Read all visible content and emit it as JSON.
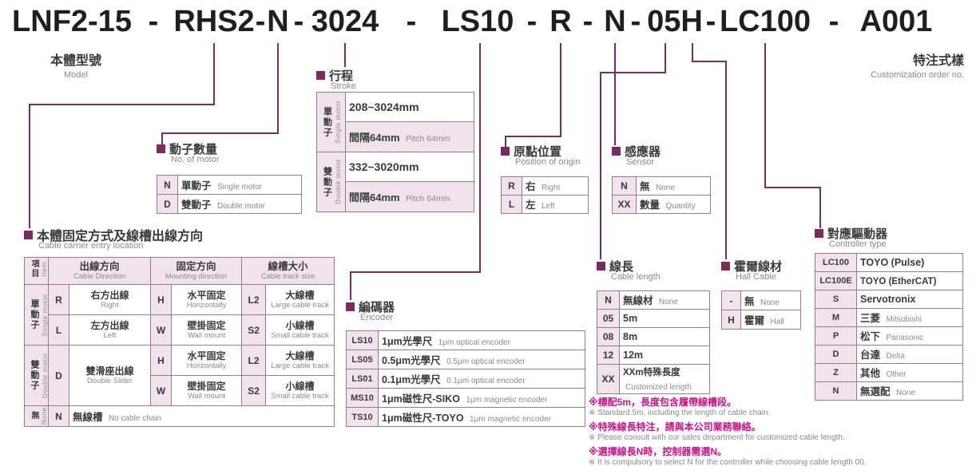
{
  "colors": {
    "accent": "#7b2c5e",
    "pink_bg": "#f0e3ec",
    "note_magenta": "#c81487",
    "text_gray": "#8a8a8a"
  },
  "title": {
    "text": "LNF2-15-RHS2-N-3024-LS10-R-N-05H-LC100-A001",
    "segments": [
      "LNF2-15",
      "RHS2",
      "N",
      "3024",
      "LS10",
      "R",
      "N",
      "05H",
      "LC100",
      "A001"
    ],
    "dash": "-"
  },
  "model_label": {
    "zh": "本體型號",
    "en": "Model"
  },
  "custom_label": {
    "zh": "特注式樣",
    "en": "Customization order no."
  },
  "stroke": {
    "zh": "行程",
    "en": "Stroke",
    "groups": [
      {
        "zh": "單動子",
        "en": "Single motor",
        "range": "208~3024mm",
        "pitch_zh": "間隔64mm",
        "pitch_en": "Pitch 64mm"
      },
      {
        "zh": "雙動子",
        "en": "Double motor",
        "range": "332~3020mm",
        "pitch_zh": "間隔64mm",
        "pitch_en": "Pitch 64mm"
      }
    ]
  },
  "motor_count": {
    "zh": "動子數量",
    "en": "No. of motor",
    "rows": [
      {
        "code": "N",
        "zh": "單動子",
        "en": "Single motor"
      },
      {
        "code": "D",
        "zh": "雙動子",
        "en": "Double motor"
      }
    ]
  },
  "origin": {
    "zh": "原點位置",
    "en": "Position of origin",
    "rows": [
      {
        "code": "R",
        "zh": "右",
        "en": "Right"
      },
      {
        "code": "L",
        "zh": "左",
        "en": "Left"
      }
    ]
  },
  "sensor": {
    "zh": "感應器",
    "en": "Sensor",
    "rows": [
      {
        "code": "N",
        "zh": "無",
        "en": "None"
      },
      {
        "code": "XX",
        "zh": "數量",
        "en": "Quantity"
      }
    ]
  },
  "carrier": {
    "zh": "本體固定方式及線槽出線方向",
    "en": "Cable carrier entry location",
    "headers": {
      "item_zh": "項目",
      "item_en": "Item",
      "direction_zh": "出線方向",
      "direction_en": "Cable Direction",
      "mounting_zh": "固定方向",
      "mounting_en": "Mounting direction",
      "size_zh": "線槽大小",
      "size_en": "Cable track size"
    },
    "single": {
      "zh": "單動子",
      "en": "Single motor"
    },
    "double": {
      "zh": "雙動子",
      "en": "Double motor"
    },
    "none_group": {
      "zh": "無",
      "en": "None"
    },
    "cells": {
      "r": {
        "code": "R",
        "zh": "右方出線",
        "en": "Right"
      },
      "l": {
        "code": "L",
        "zh": "左方出線",
        "en": "Left"
      },
      "d": {
        "code": "D",
        "zh": "雙滑座出線",
        "en": "Double Slider"
      },
      "h1": {
        "code": "H",
        "zh": "水平固定",
        "en": "Horizontally"
      },
      "w1": {
        "code": "W",
        "zh": "壁掛固定",
        "en": "Wall mount"
      },
      "h2": {
        "code": "H",
        "zh": "水平固定",
        "en": "Horizontally"
      },
      "w2": {
        "code": "W",
        "zh": "壁掛固定",
        "en": "Wall mount"
      },
      "l2a": {
        "code": "L2",
        "zh": "大線槽",
        "en": "Large cable track"
      },
      "s2a": {
        "code": "S2",
        "zh": "小線槽",
        "en": "Small cable track"
      },
      "l2b": {
        "code": "L2",
        "zh": "大線槽",
        "en": "Large cable track"
      },
      "s2b": {
        "code": "S2",
        "zh": "小線槽",
        "en": "Small cable track"
      },
      "n": {
        "code": "N",
        "zh": "無線槽",
        "en": "No cable chain"
      }
    }
  },
  "encoder": {
    "zh": "編碼器",
    "en": "Encoder",
    "rows": [
      {
        "code": "LS10",
        "zh": "1μm光學尺",
        "en": "1μm optical encoder"
      },
      {
        "code": "LS05",
        "zh": "0.5μm光學尺",
        "en": "0.5μm optical encoder"
      },
      {
        "code": "LS01",
        "zh": "0.1μm光學尺",
        "en": "0.1μm optical encoder"
      },
      {
        "code": "MS10",
        "zh": "1μm磁性尺-SIKO",
        "en": "1μm magnetic encoder"
      },
      {
        "code": "TS10",
        "zh": "1μm磁性尺-TOYO",
        "en": "1μm magnetic encoder"
      }
    ]
  },
  "cable_length": {
    "zh": "線長",
    "en": "Cable length",
    "rows": [
      {
        "code": "N",
        "zh": "無線材",
        "en": "None"
      },
      {
        "code": "05",
        "zh": "5m",
        "en": ""
      },
      {
        "code": "08",
        "zh": "8m",
        "en": ""
      },
      {
        "code": "12",
        "zh": "12m",
        "en": ""
      },
      {
        "code": "XX",
        "zh": "XXm特殊長度",
        "en": "Customized length"
      }
    ]
  },
  "hall": {
    "zh": "霍爾線材",
    "en": "Hall Cable",
    "rows": [
      {
        "code": "-",
        "zh": "無",
        "en": "None"
      },
      {
        "code": "H",
        "zh": "霍爾",
        "en": "Hall"
      }
    ]
  },
  "controller": {
    "zh": "對應驅動器",
    "en": "Controller type",
    "rows": [
      {
        "code": "LC100",
        "zh": "TOYO (Pulse)",
        "en": ""
      },
      {
        "code": "LC100E",
        "zh": "TOYO (EtherCAT)",
        "en": ""
      },
      {
        "code": "S",
        "zh": "Servotronix",
        "en": ""
      },
      {
        "code": "M",
        "zh": "三菱",
        "en": "Mitsubishi"
      },
      {
        "code": "P",
        "zh": "松下",
        "en": "Panasonic"
      },
      {
        "code": "D",
        "zh": "台達",
        "en": "Delta"
      },
      {
        "code": "Z",
        "zh": "其他",
        "en": "Other"
      },
      {
        "code": "N",
        "zh": "無選配",
        "en": "None"
      }
    ]
  },
  "notes": [
    {
      "text": "※標配5m，長度包含履帶線槽段。",
      "type": "zh"
    },
    {
      "text": "※ Standard:5m, including the length of cable chain.",
      "type": "en"
    },
    {
      "text": "※特殊線長特注，請與本公司業務聯絡。",
      "type": "zh"
    },
    {
      "text": "※ Please consult with our sales department for customized cable length.",
      "type": "en"
    },
    {
      "text": "※選擇線長N時，控制器需選N。",
      "type": "zh"
    },
    {
      "text": "※ It is compulsory to select N for the controller while choosing cable length 00.",
      "type": "en"
    }
  ]
}
